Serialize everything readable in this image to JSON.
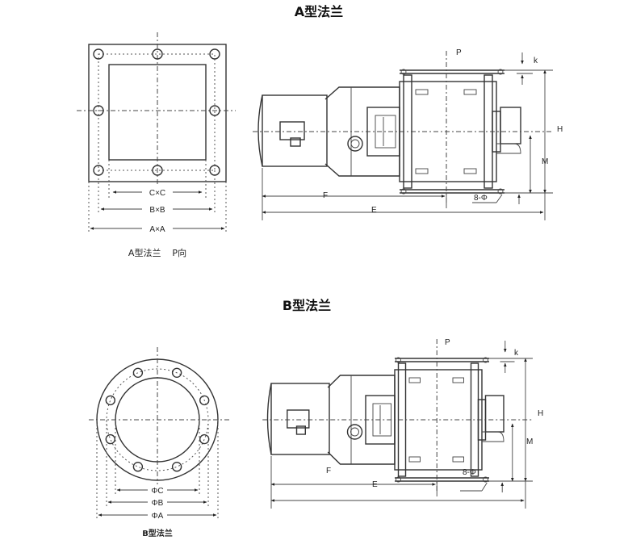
{
  "section_a": {
    "title": "A型法兰",
    "front_view": {
      "dim_inner": "C×C",
      "dim_middle": "B×B",
      "dim_outer": "A×A",
      "caption": "A型法兰    P向"
    },
    "side_view": {
      "p": "P",
      "k": "k",
      "h": "H",
      "m": "M",
      "f": "F",
      "e": "E",
      "holes": "8-Φ"
    }
  },
  "section_b": {
    "title": "B型法兰",
    "front_view": {
      "dim_inner": "ΦC",
      "dim_middle": "ΦB",
      "dim_outer": "ΦA",
      "caption": "B型法兰"
    },
    "side_view": {
      "p": "P",
      "k": "k",
      "h": "H",
      "m": "M",
      "f": "F",
      "e": "E",
      "holes": "8-Φ"
    }
  }
}
